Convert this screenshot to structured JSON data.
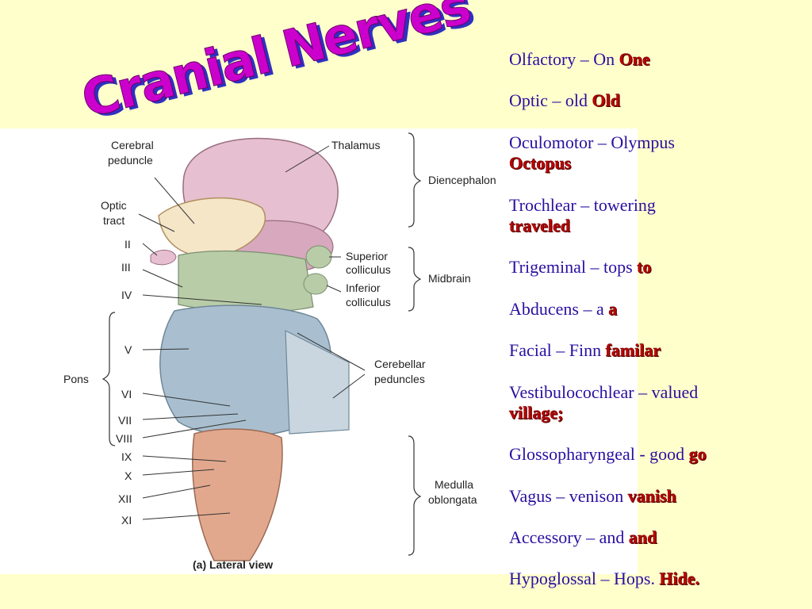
{
  "title": "Cranial Nerves",
  "colors": {
    "background": "#FFFFCC",
    "title_fill": "#CC00CC",
    "title_shadow": "#3030C0",
    "list_text": "#2A0FA0",
    "mnemonic_red": "#C00000"
  },
  "figure": {
    "caption": "(a) Lateral view",
    "labels": {
      "cerebral_peduncle_1": "Cerebral",
      "cerebral_peduncle_2": "peduncle",
      "optic_tract_1": "Optic",
      "optic_tract_2": "tract",
      "thalamus": "Thalamus",
      "diencephalon": "Diencephalon",
      "superior_colliculus_1": "Superior",
      "superior_colliculus_2": "colliculus",
      "inferior_colliculus_1": "Inferior",
      "inferior_colliculus_2": "colliculus",
      "midbrain": "Midbrain",
      "pons": "Pons",
      "cerebellar_peduncles_1": "Cerebellar",
      "cerebellar_peduncles_2": "peduncles",
      "medulla_1": "Medulla",
      "medulla_2": "oblongata"
    },
    "nerve_numerals": [
      "II",
      "III",
      "IV",
      "V",
      "VI",
      "VII",
      "VIII",
      "IX",
      "X",
      "XII",
      "XI"
    ]
  },
  "nerves": [
    {
      "line": "Olfactory – On",
      "mnemonic": "One"
    },
    {
      "line": "Optic – old",
      "mnemonic": "Old"
    },
    {
      "line": "Oculomotor – Olympus",
      "mnemonic": "Octopus"
    },
    {
      "line": "Trochlear – towering",
      "mnemonic": "traveled"
    },
    {
      "line": "Trigeminal – tops",
      "mnemonic": "to"
    },
    {
      "line": "Abducens – a",
      "mnemonic": "a"
    },
    {
      "line": "Facial – Finn",
      "mnemonic": "familar"
    },
    {
      "line": "Vestibulocochlear – valued",
      "mnemonic": "village;"
    },
    {
      "line": "Glossopharyngeal - good",
      "mnemonic": "go"
    },
    {
      "line": "Vagus – venison",
      "mnemonic": "vanish"
    },
    {
      "line": "Accessory – and",
      "mnemonic": "and"
    },
    {
      "line": "Hypoglossal – Hops.",
      "mnemonic": "Hide."
    }
  ]
}
